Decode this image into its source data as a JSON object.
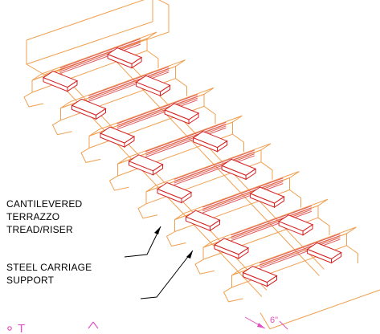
{
  "drawing": {
    "step_count": 8,
    "colors": {
      "stair_outline": "#f0a050",
      "pads": "#d42020",
      "rebar": "#e05a5a",
      "leaders": "#000000",
      "dimension": "#e050c0"
    }
  },
  "callouts": {
    "tread": {
      "lines": [
        "CANTILEVERED",
        "TERRAZZO",
        "TREAD/RISER"
      ]
    },
    "support": {
      "lines": [
        "STEEL CARRIAGE",
        "SUPPORT"
      ]
    }
  },
  "dimension": {
    "label": "6\""
  },
  "title": {
    "text": "T"
  }
}
